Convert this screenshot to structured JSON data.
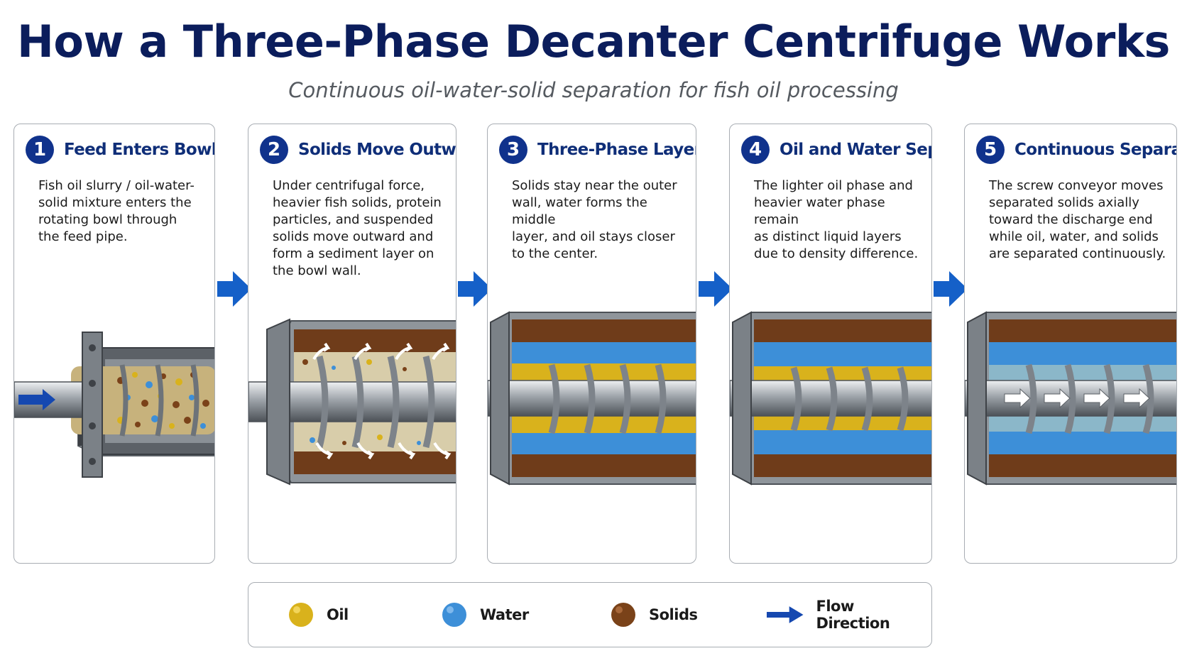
{
  "title": "How a Three-Phase Decanter Centrifuge Works",
  "subtitle": "Continuous oil-water-solid separation for fish oil processing",
  "steps": [
    {
      "number": "1",
      "title": "Feed Enters Bowl",
      "lines": [
        "Fish oil slurry / oil-water-",
        "solid mixture enters the",
        "rotating bowl through",
        "the feed pipe."
      ]
    },
    {
      "number": "2",
      "title": "Solids Move Outward",
      "lines": [
        " Under centrifugal force,",
        "heavier fish solids, protein",
        "particles, and suspended",
        "solids move outward and",
        "form a sediment layer on",
        "the bowl wall."
      ]
    },
    {
      "number": "3",
      "title": "Three-Phase Layers Form",
      "lines": [
        "Solids stay near the outer",
        "wall, water forms the middle",
        "layer, and oil stays closer",
        "to the center."
      ]
    },
    {
      "number": "4",
      "title": "Oil and Water Separate",
      "lines": [
        "The lighter oil phase and",
        "heavier water phase remain",
        "as distinct liquid layers",
        "due to density difference."
      ]
    },
    {
      "number": "5",
      "title": "Continuous Separation",
      "lines": [
        "The screw conveyor moves",
        "separated solids axially",
        "toward the discharge end",
        "while oil, water, and solids",
        "are separated continuously."
      ]
    }
  ],
  "legend": {
    "oil": "Oil",
    "water": "Water",
    "solids": "Solids",
    "flow": "Flow Direction"
  },
  "colors": {
    "oil": "#d9b21c",
    "water": "#3d8fd8",
    "solids": "#7a4219",
    "accent": "#1548b0",
    "title": "#0b1d5c"
  },
  "icons": {
    "step_arrow": "right-arrow-icon",
    "flow_arrow": "flow-direction-arrow-icon"
  }
}
